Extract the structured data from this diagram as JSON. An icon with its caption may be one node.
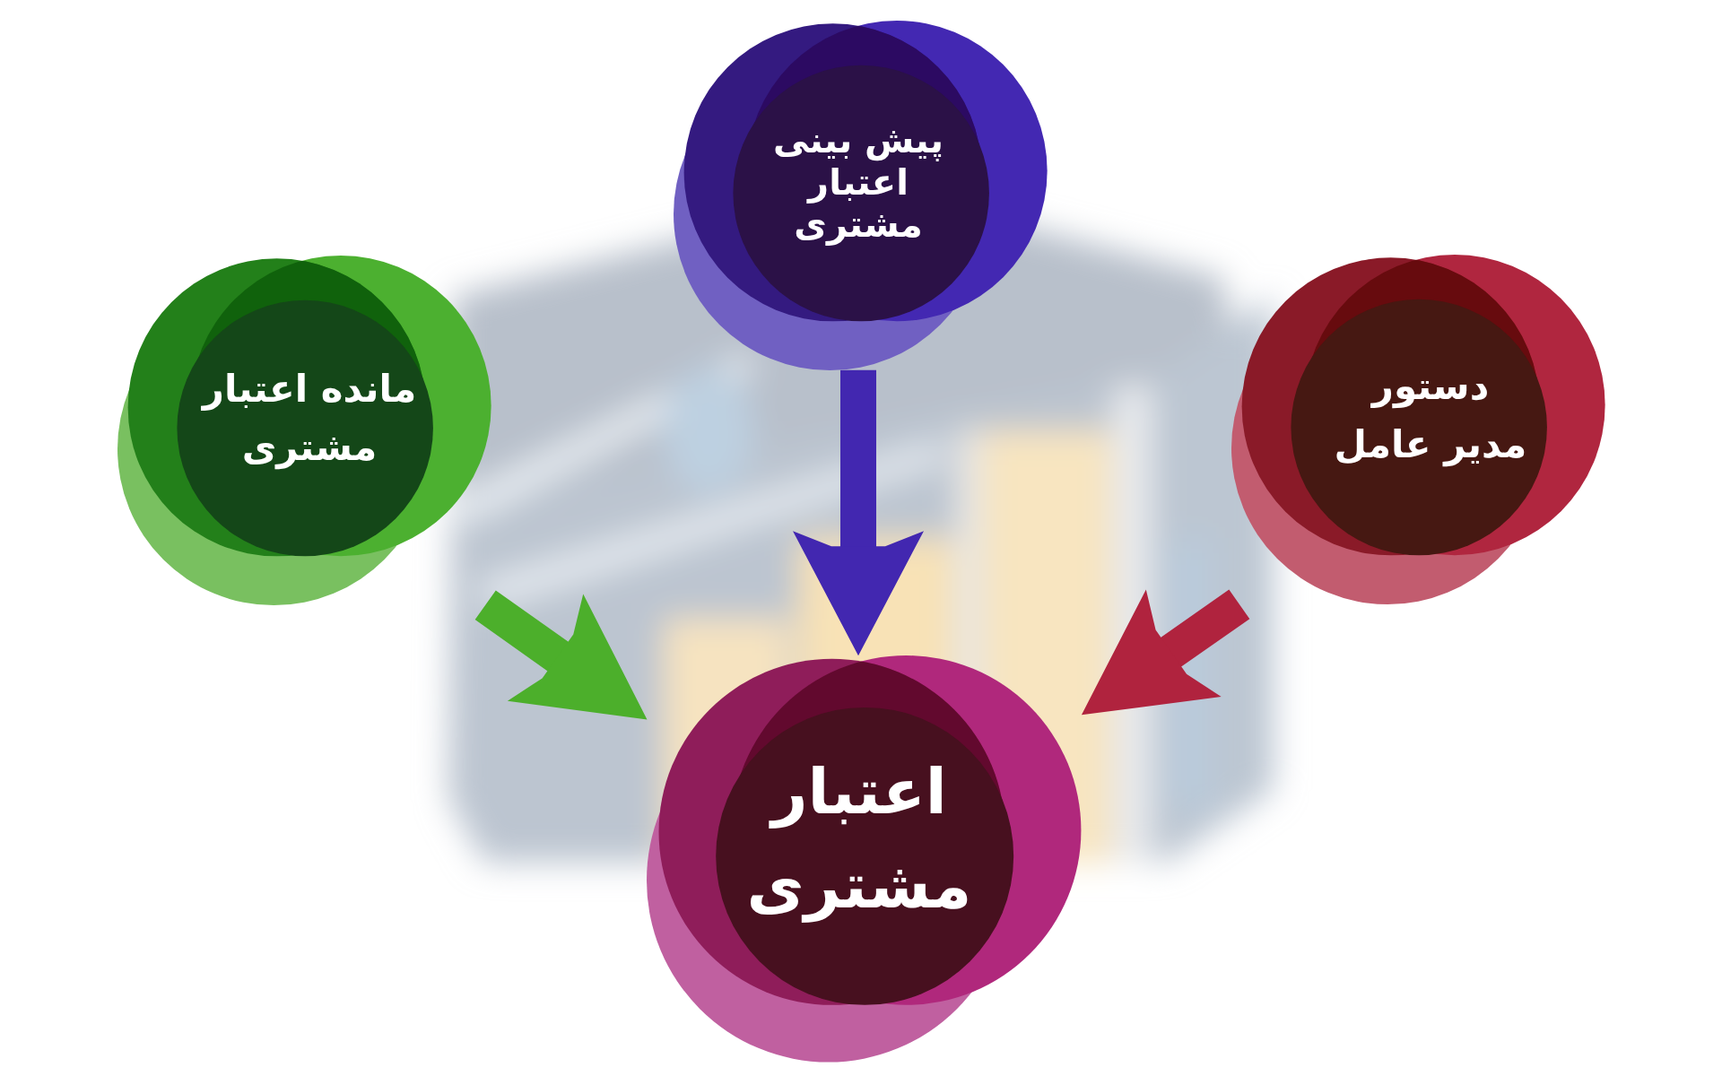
{
  "diagram": {
    "nodes": [
      {
        "text": [
          "پیش بینی اعتبار مشتری"
        ]
      },
      {
        "text": [
          "دستور مدیر عامل"
        ]
      },
      {
        "text": [
          "مانده اعتبار مشتری"
        ]
      },
      {
        "text": [
          "اعتبار مشتری"
        ]
      }
    ],
    "edges": [
      {
        "from": 0,
        "to": 3,
        "arrow": "to",
        "color": "#4227b0"
      },
      {
        "from": 1,
        "to": 3,
        "arrow": "to",
        "color": "#b0233e"
      },
      {
        "from": 2,
        "to": 3,
        "arrow": "to",
        "color": "#4caf2b"
      }
    ]
  }
}
